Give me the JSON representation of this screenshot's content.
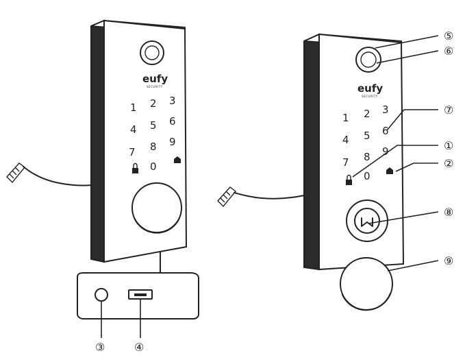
{
  "brand": {
    "logo": "eufy",
    "tagline": "SECURITY"
  },
  "keypad": {
    "keys": [
      "1",
      "2",
      "3",
      "4",
      "5",
      "6",
      "7",
      "8",
      "9",
      "0"
    ],
    "lock_icon": "lock-icon",
    "home_icon": "home-icon"
  },
  "callouts": {
    "c1": "①",
    "c2": "②",
    "c3": "③",
    "c4": "④",
    "c5": "⑤",
    "c6": "⑥",
    "c7": "⑦",
    "c8": "⑧",
    "c9": "⑨"
  }
}
